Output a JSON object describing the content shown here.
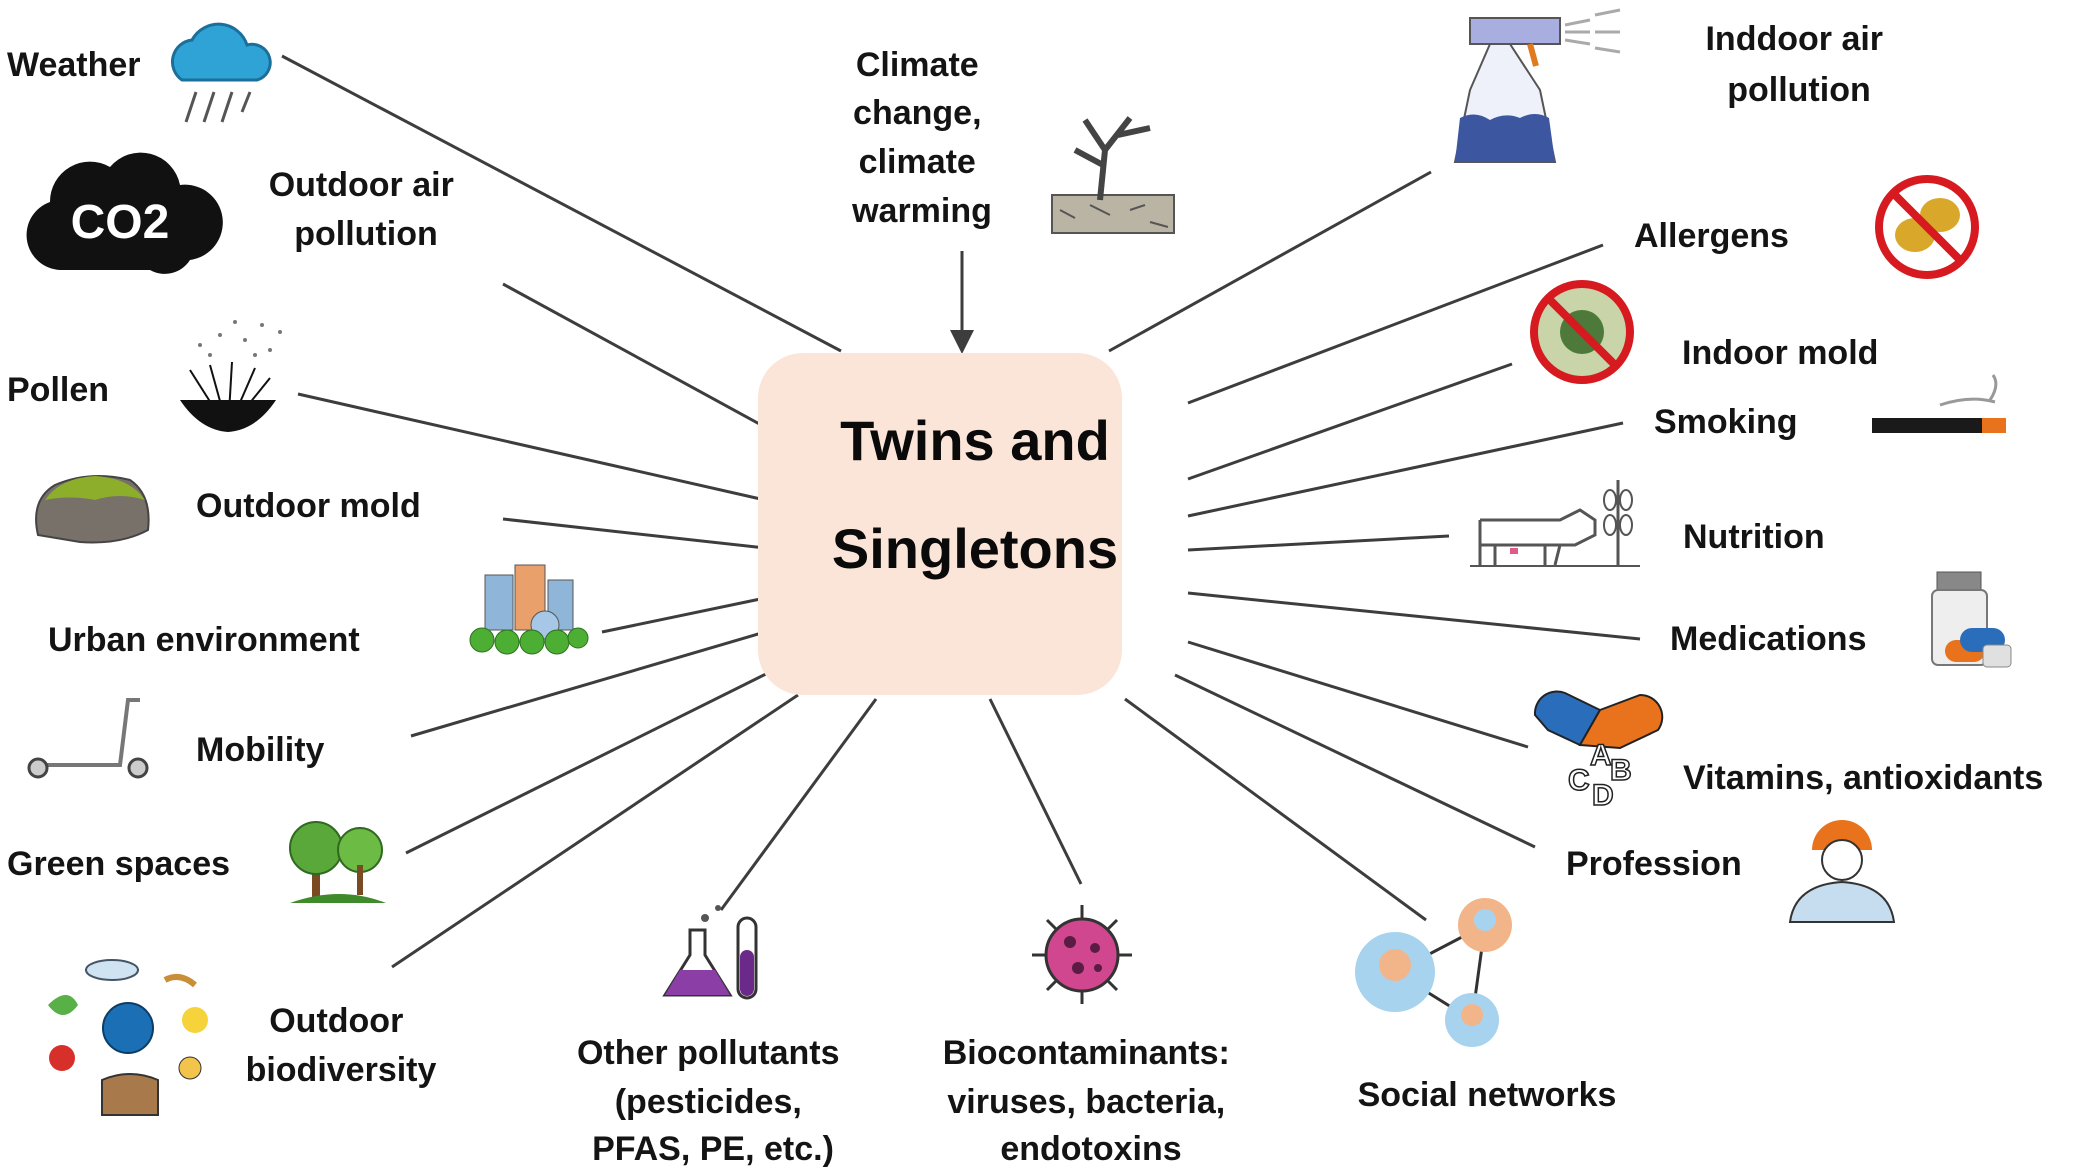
{
  "center": {
    "line1": "Twins and",
    "line2": "Singletons",
    "fill": "#fbe5d8"
  },
  "factors": {
    "weather": {
      "lines": [
        "Weather"
      ],
      "icon": "rain-cloud-icon"
    },
    "climate": {
      "lines": [
        "Climate",
        "change,",
        "climate",
        "warming"
      ],
      "icon": "dead-tree-icon"
    },
    "indoor_air": {
      "lines": [
        "Inddoor air",
        "pollution"
      ],
      "icon": "spray-bottle-icon"
    },
    "outdoor_air": {
      "lines": [
        "Outdoor air",
        "pollution"
      ],
      "icon": "co2-cloud-icon",
      "icon_text": "CO2"
    },
    "allergens": {
      "lines": [
        "Allergens"
      ],
      "icon": "no-peanut-icon"
    },
    "indoor_mold": {
      "lines": [
        "Indoor mold"
      ],
      "icon": "no-mold-icon"
    },
    "pollen": {
      "lines": [
        "Pollen"
      ],
      "icon": "pollen-icon"
    },
    "smoking": {
      "lines": [
        "Smoking"
      ],
      "icon": "cigarette-icon"
    },
    "outdoor_mold": {
      "lines": [
        "Outdoor mold"
      ],
      "icon": "mossy-rock-icon"
    },
    "nutrition": {
      "lines": [
        "Nutrition"
      ],
      "icon": "cow-wheat-icon"
    },
    "urban": {
      "lines": [
        "Urban environment"
      ],
      "icon": "city-icon"
    },
    "medications": {
      "lines": [
        "Medications"
      ],
      "icon": "pill-bottle-icon"
    },
    "mobility": {
      "lines": [
        "Mobility"
      ],
      "icon": "scooter-icon"
    },
    "vitamins": {
      "lines": [
        "Vitamins, antioxidants"
      ],
      "icon": "vitamin-capsule-icon",
      "icon_text": [
        "A",
        "B",
        "C",
        "D"
      ]
    },
    "green": {
      "lines": [
        "Green spaces"
      ],
      "icon": "trees-icon"
    },
    "profession": {
      "lines": [
        "Profession"
      ],
      "icon": "worker-icon"
    },
    "biodiversity": {
      "lines": [
        "Outdoor",
        "biodiversity"
      ],
      "icon": "biodiversity-icon"
    },
    "pollutants": {
      "lines": [
        "Other pollutants",
        "(pesticides,",
        "PFAS, PE, etc.)"
      ],
      "icon": "lab-flask-icon"
    },
    "biocontaminants": {
      "lines": [
        "Biocontaminants:",
        "viruses, bacteria,",
        "endotoxins"
      ],
      "icon": "virus-icon"
    },
    "social": {
      "lines": [
        "Social networks"
      ],
      "icon": "social-network-icon"
    }
  }
}
